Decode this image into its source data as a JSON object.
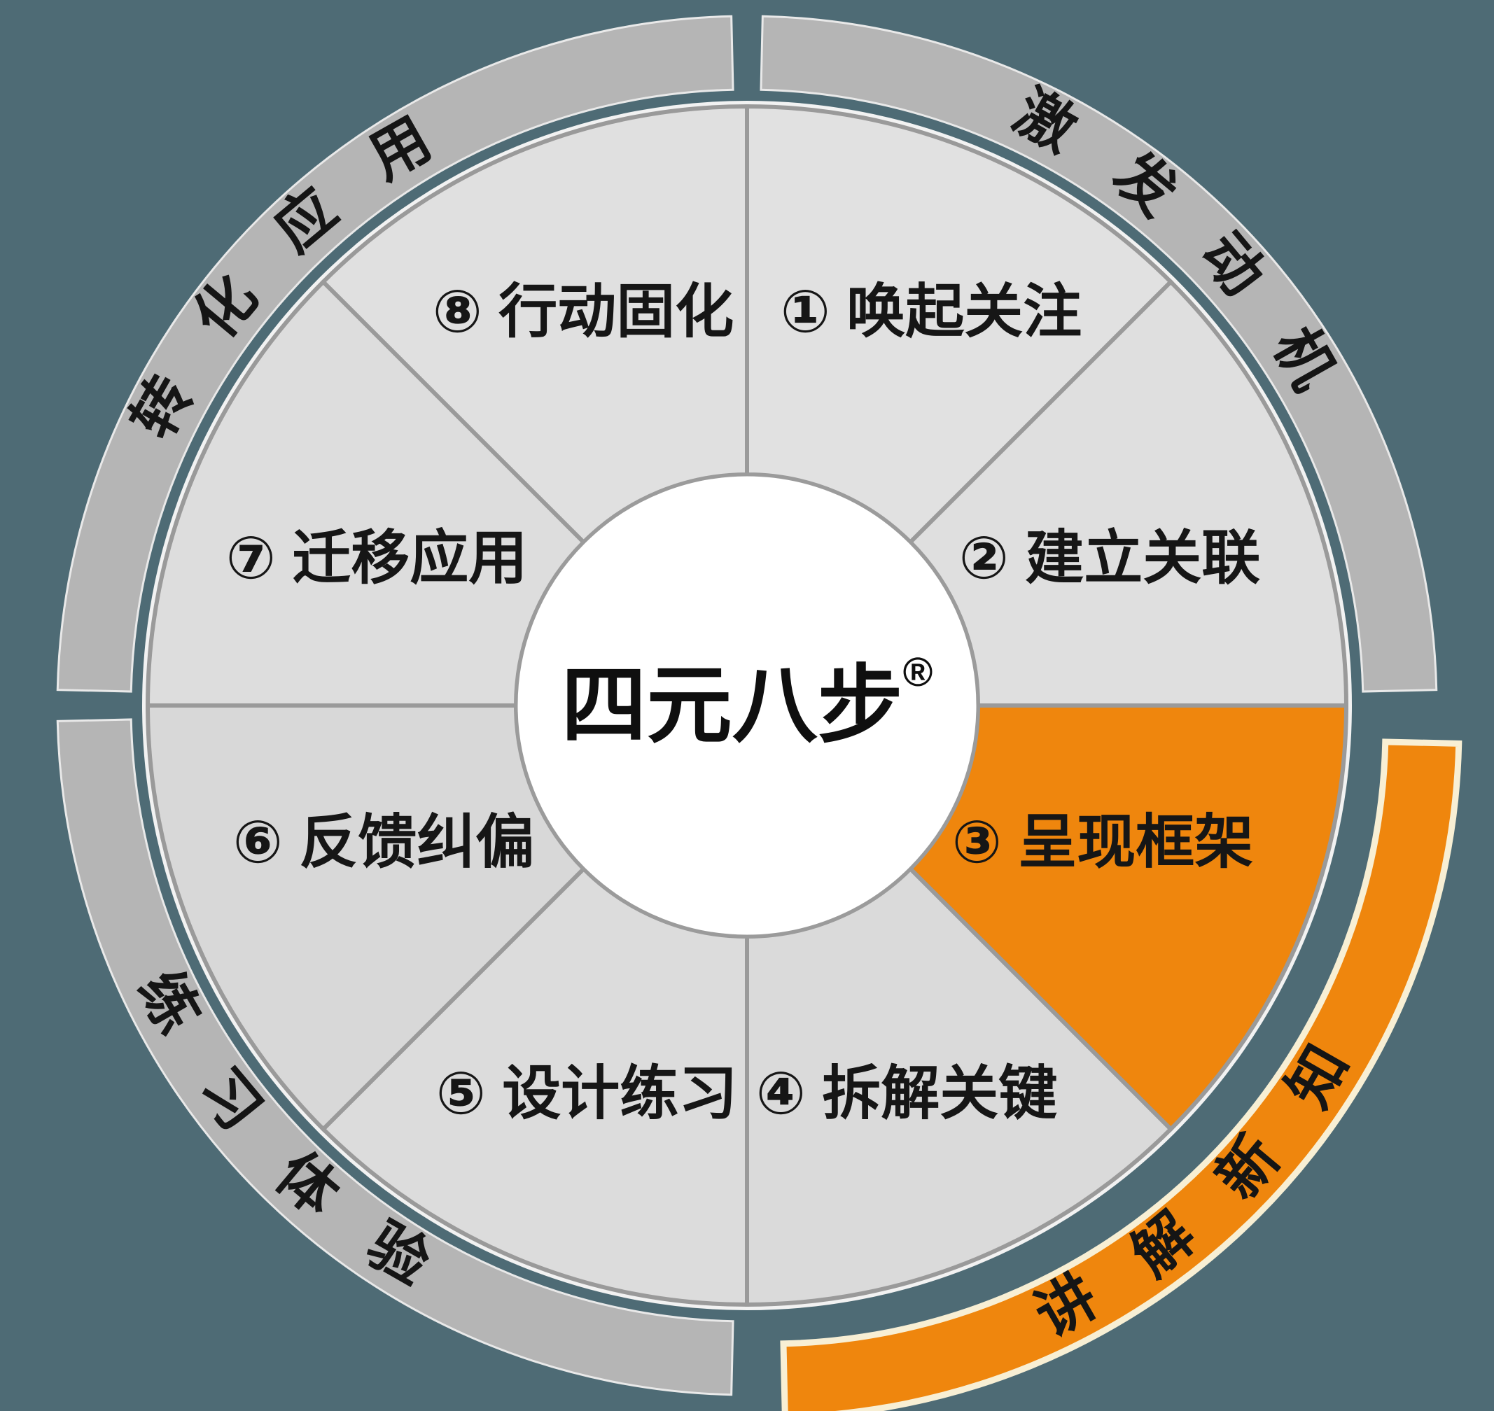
{
  "title": {
    "text": "四元八步",
    "registered": "®"
  },
  "colors": {
    "background": "#4e6b75",
    "ring_gray": "#b5b5b5",
    "sector_gray": "#dedede",
    "sector_stroke": "#9a9a9a",
    "orange": "#EF860D",
    "orange_edge_cream": "#F8EFD4",
    "center_fill": "#ffffff",
    "text_black": "#151515"
  },
  "steps": [
    {
      "label": "① 唤起关注",
      "highlight": false
    },
    {
      "label": "② 建立关联",
      "highlight": false
    },
    {
      "label": "③ 呈现框架",
      "highlight": true
    },
    {
      "label": "④ 拆解关键",
      "highlight": false
    },
    {
      "label": "⑤ 设计练习",
      "highlight": false
    },
    {
      "label": "⑥ 反馈纠偏",
      "highlight": false
    },
    {
      "label": "⑦ 迁移应用",
      "highlight": false
    },
    {
      "label": "⑧ 行动固化",
      "highlight": false
    }
  ],
  "phases": [
    {
      "label": "激发动机",
      "position": "top-right",
      "highlight": false
    },
    {
      "label": "讲解新知",
      "position": "bottom-right",
      "highlight": true
    },
    {
      "label": "练习体验",
      "position": "bottom-left",
      "highlight": false
    },
    {
      "label": "转化应用",
      "position": "top-left",
      "highlight": false
    }
  ]
}
